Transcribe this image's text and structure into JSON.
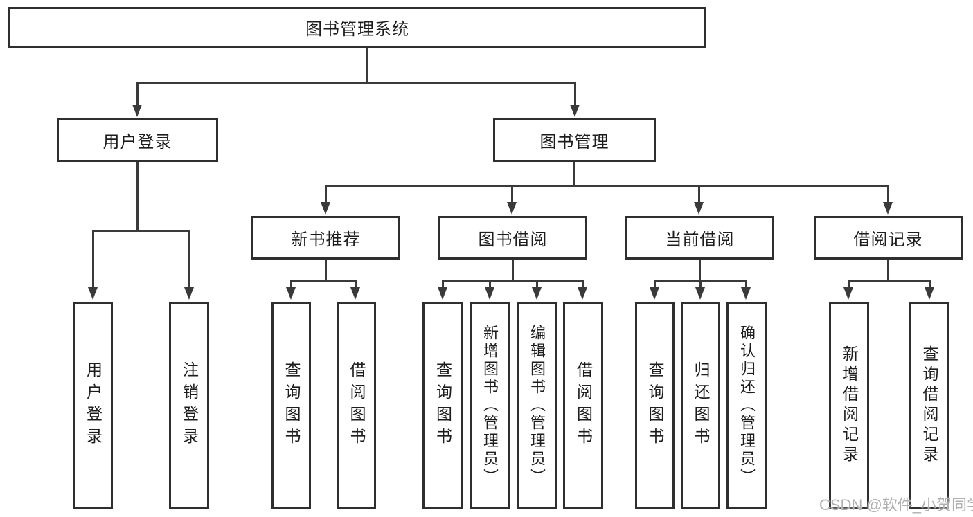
{
  "diagram": {
    "colors": {
      "background": "#ffffff",
      "border": "#2f2f2f",
      "line": "#3a3a3a",
      "text": "#1d1d1d",
      "watermark": "#b0b0b0"
    },
    "root": {
      "label": "图书管理系统"
    },
    "branches": {
      "user_login": {
        "label": "用户登录"
      },
      "book_management": {
        "label": "图书管理"
      }
    },
    "modules": {
      "new_book_recommend": {
        "label": "新书推荐"
      },
      "book_borrow": {
        "label": "图书借阅"
      },
      "current_borrow": {
        "label": "当前借阅"
      },
      "borrow_records": {
        "label": "借阅记录"
      }
    },
    "leaves": [
      {
        "label": "用户登录"
      },
      {
        "label": "注销登录"
      },
      {
        "label": "查询图书"
      },
      {
        "label": "借阅图书"
      },
      {
        "label": "查询图书"
      },
      {
        "label": "新增图书（管理员）"
      },
      {
        "label": "编辑图书（管理员）"
      },
      {
        "label": "借阅图书"
      },
      {
        "label": "查询图书"
      },
      {
        "label": "归还图书"
      },
      {
        "label": "确认归还（管理员）"
      },
      {
        "label": "新增借阅记录"
      },
      {
        "label": "查询借阅记录"
      }
    ],
    "watermark": "CSDN @软件_小贺同学"
  }
}
